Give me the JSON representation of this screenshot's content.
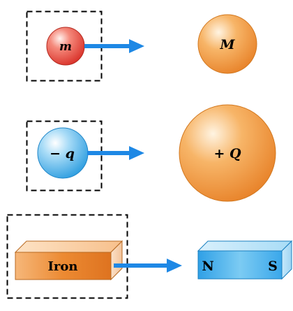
{
  "figure": {
    "rows": [
      {
        "left_label": "m",
        "right_label": "M"
      },
      {
        "left_label": "− q",
        "right_label": "+ Q"
      },
      {
        "left_label": "Iron",
        "magnet_north": "N",
        "magnet_south": "S"
      }
    ],
    "colors": {
      "red_sphere": "#e8463a",
      "orange_sphere": "#f39a3c",
      "blue_sphere": "#48aee8",
      "arrow": "#1e88e5",
      "iron": "#ef8a2c",
      "magnet": "#4fb3ec",
      "dashed_box": "#000000"
    }
  }
}
